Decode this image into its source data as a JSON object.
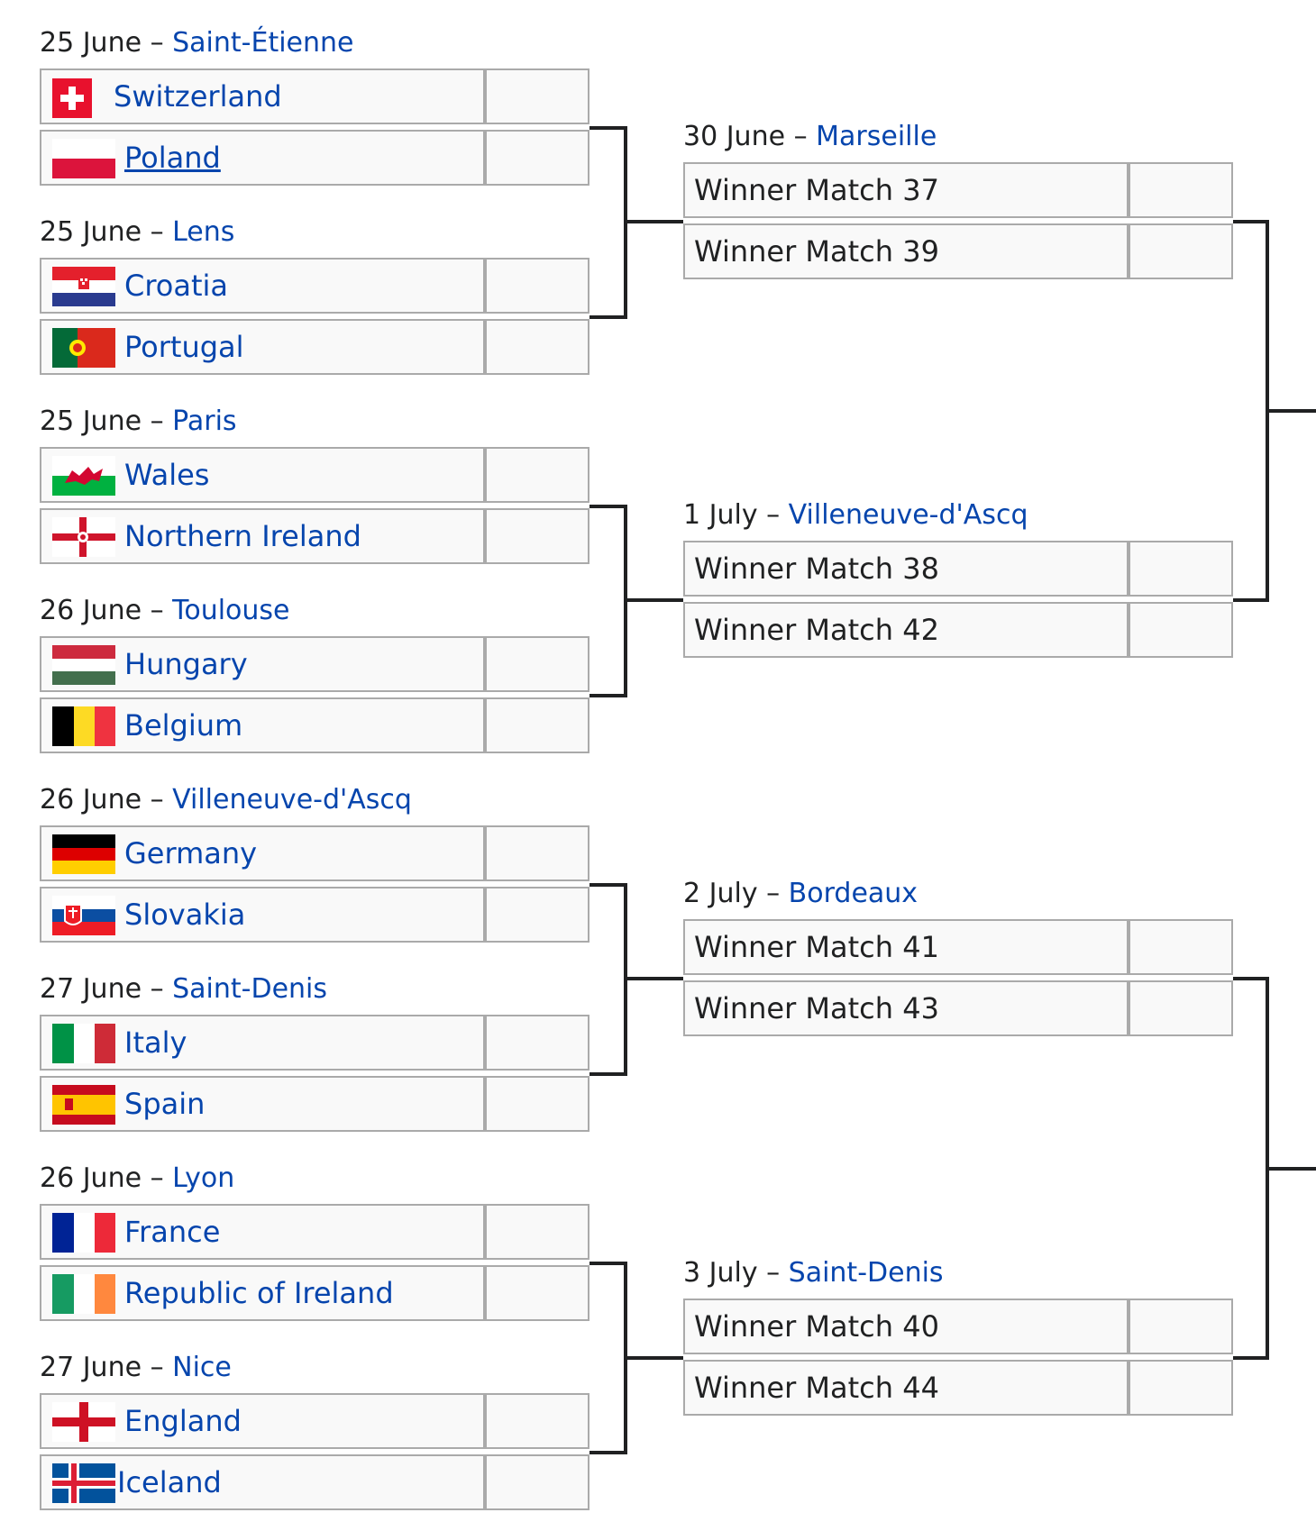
{
  "round_of_16": [
    {
      "date": "25 June",
      "venue": "Saint-Étienne",
      "teams": [
        {
          "name": "Switzerland",
          "flag": "switzerland-flag"
        },
        {
          "name": "Poland",
          "flag": "poland-flag"
        }
      ]
    },
    {
      "date": "25 June",
      "venue": "Lens",
      "teams": [
        {
          "name": "Croatia",
          "flag": "croatia-flag"
        },
        {
          "name": "Portugal",
          "flag": "portugal-flag"
        }
      ]
    },
    {
      "date": "25 June",
      "venue": "Paris",
      "teams": [
        {
          "name": "Wales",
          "flag": "wales-flag"
        },
        {
          "name": "Northern Ireland",
          "flag": "northern-ireland-flag"
        }
      ]
    },
    {
      "date": "26 June",
      "venue": "Toulouse",
      "teams": [
        {
          "name": "Hungary",
          "flag": "hungary-flag"
        },
        {
          "name": "Belgium",
          "flag": "belgium-flag"
        }
      ]
    },
    {
      "date": "26 June",
      "venue": "Villeneuve-d'Ascq",
      "teams": [
        {
          "name": "Germany",
          "flag": "germany-flag"
        },
        {
          "name": "Slovakia",
          "flag": "slovakia-flag"
        }
      ]
    },
    {
      "date": "27 June",
      "venue": "Saint-Denis",
      "teams": [
        {
          "name": "Italy",
          "flag": "italy-flag"
        },
        {
          "name": "Spain",
          "flag": "spain-flag"
        }
      ]
    },
    {
      "date": "26 June",
      "venue": "Lyon",
      "teams": [
        {
          "name": "France",
          "flag": "france-flag"
        },
        {
          "name": "Republic of Ireland",
          "flag": "ireland-flag"
        }
      ]
    },
    {
      "date": "27 June",
      "venue": "Nice",
      "teams": [
        {
          "name": "England",
          "flag": "england-flag"
        },
        {
          "name": "Iceland",
          "flag": "iceland-flag"
        }
      ]
    }
  ],
  "quarter_finals": [
    {
      "date": "30 June",
      "venue": "Marseille",
      "teams": [
        "Winner Match 37",
        "Winner Match 39"
      ]
    },
    {
      "date": "1 July",
      "venue": "Villeneuve-d'Ascq",
      "teams": [
        "Winner Match 38",
        "Winner Match 42"
      ]
    },
    {
      "date": "2 July",
      "venue": "Bordeaux",
      "teams": [
        "Winner Match 41",
        "Winner Match 43"
      ]
    },
    {
      "date": "3 July",
      "venue": "Saint-Denis",
      "teams": [
        "Winner Match 40",
        "Winner Match 44"
      ]
    }
  ],
  "date_venue_separator": "–",
  "colors": {
    "link": "#0645ad",
    "text": "#202122",
    "cell_bg": "#f9f9f9",
    "cell_border": "#aaaaaa",
    "bracket_line": "#202122"
  }
}
